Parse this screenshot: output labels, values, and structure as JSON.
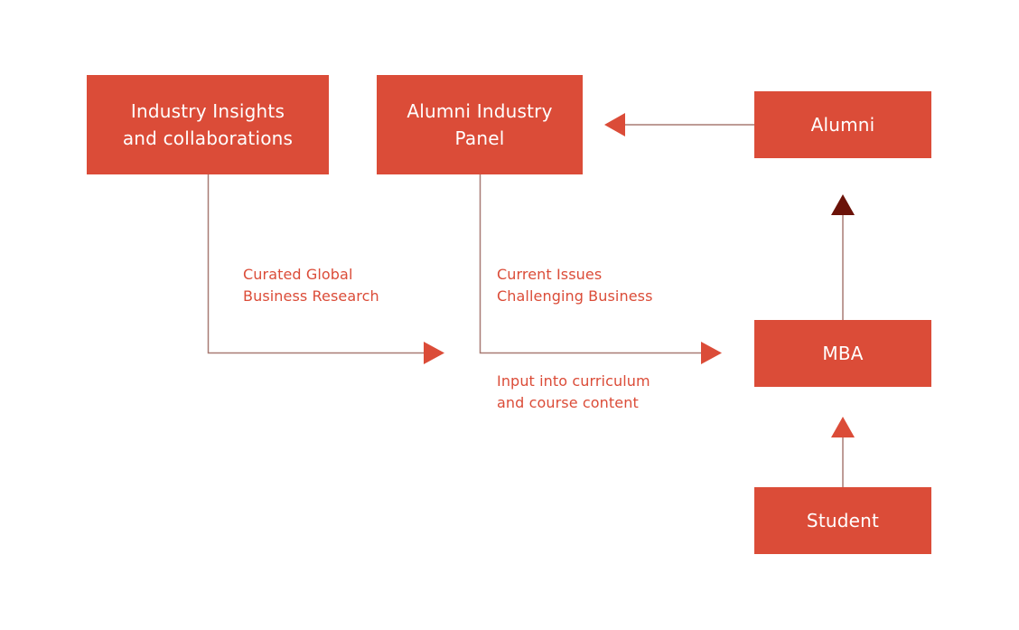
{
  "diagram": {
    "title": "",
    "colors": {
      "box_fill": "#db4c38",
      "box_text": "#ffffff",
      "label_text": "#db4c38",
      "connector_line": "#a87b74",
      "arrowhead": "#db4c38",
      "arrowhead_dark": "#6b1208"
    },
    "nodes": [
      {
        "id": "industry",
        "label": "Industry Insights\nand collaborations"
      },
      {
        "id": "panel",
        "label": "Alumni Industry\nPanel"
      },
      {
        "id": "alumni",
        "label": "Alumni"
      },
      {
        "id": "mba",
        "label": "MBA"
      },
      {
        "id": "student",
        "label": "Student"
      }
    ],
    "edge_labels": {
      "research": "Curated Global\nBusiness Research",
      "issues": "Current Issues\nChallenging Business",
      "curriculum": "Input into curriculum\nand course content"
    },
    "edges": [
      {
        "from": "industry",
        "to": "mba-input",
        "label": "Curated Global Business Research"
      },
      {
        "from": "panel",
        "to": "mba",
        "label": "Current Issues Challenging Business / Input into curriculum and course content"
      },
      {
        "from": "alumni",
        "to": "panel",
        "label": ""
      },
      {
        "from": "mba",
        "to": "alumni",
        "label": ""
      },
      {
        "from": "student",
        "to": "mba",
        "label": ""
      }
    ]
  }
}
